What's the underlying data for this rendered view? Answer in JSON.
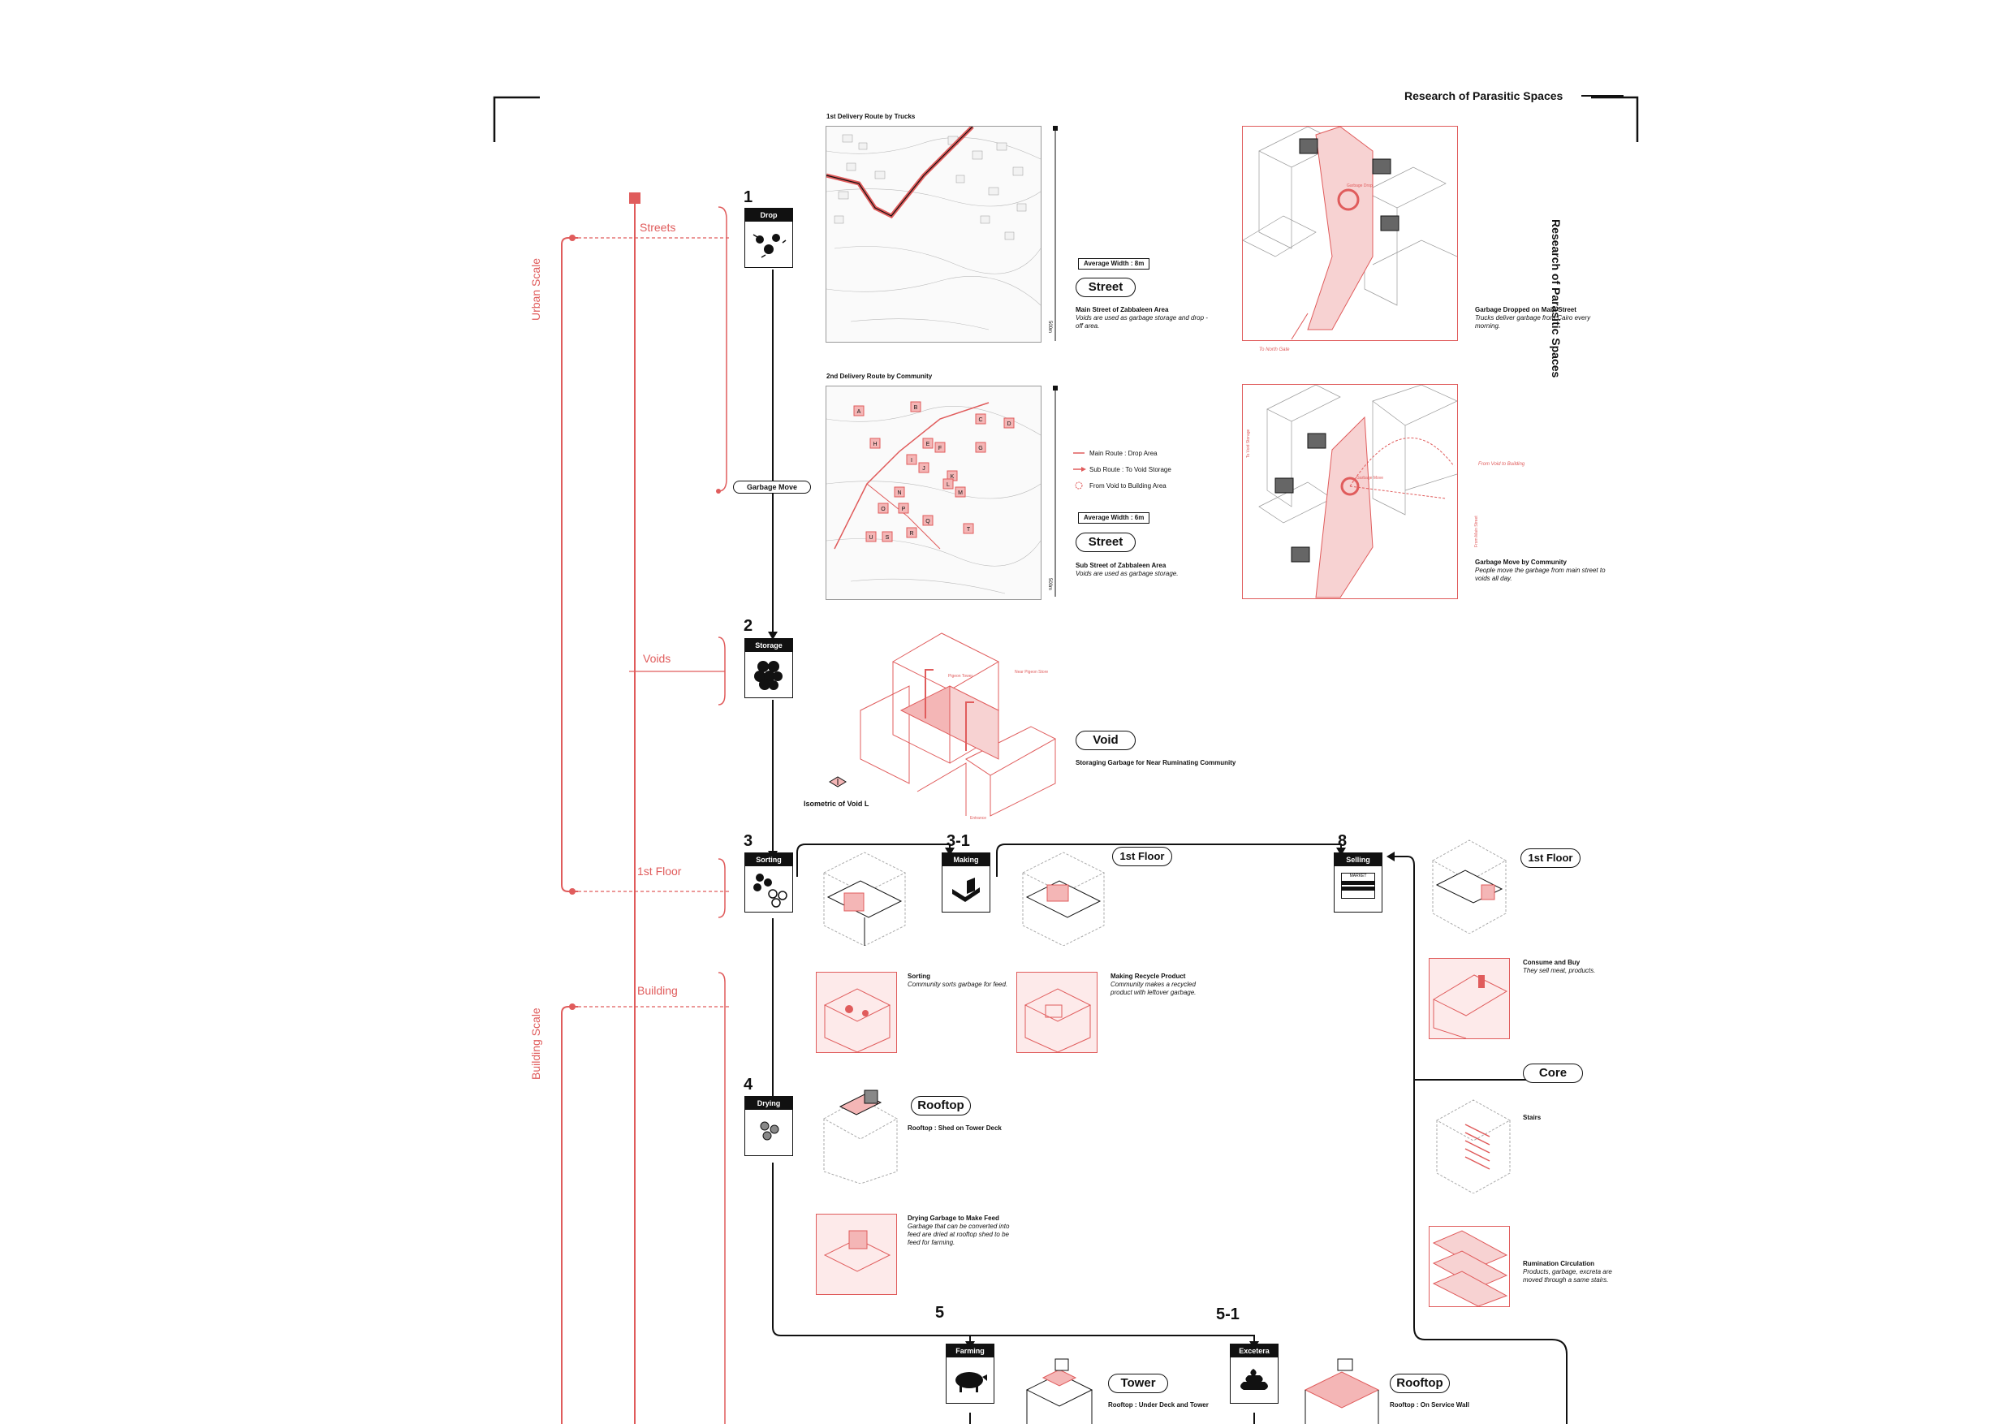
{
  "header": {
    "title": "Research of Parasitic Spaces",
    "vertical_title": "Research of Parasitic Spaces"
  },
  "scales": {
    "urban": "Urban Scale",
    "building": "Building Scale"
  },
  "tiers": {
    "streets": "Streets",
    "voids": "Voids",
    "first_floor": "1st Floor",
    "building": "Building"
  },
  "garbage_move": "Garbage Move",
  "steps": {
    "s1": {
      "num": "1",
      "label": "Drop"
    },
    "s2": {
      "num": "2",
      "label": "Storage"
    },
    "s3": {
      "num": "3",
      "label": "Sorting"
    },
    "s31": {
      "num": "3-1",
      "label": "Making"
    },
    "s8": {
      "num": "8",
      "label": "Selling",
      "icon_text": "MARKET"
    },
    "s4": {
      "num": "4",
      "label": "Drying"
    },
    "s5": {
      "num": "5",
      "label": "Farming"
    },
    "s51": {
      "num": "5-1",
      "label": "Excetera"
    }
  },
  "map1": {
    "title": "1st Delivery Route by Trucks",
    "scale": "500m"
  },
  "map2": {
    "title": "2nd Delivery Route by Community",
    "scale": "500m"
  },
  "street1": {
    "width": "Average Width : 8m",
    "pill": "Street",
    "title": "Main Street of Zabbaleen Area",
    "desc": "Voids are used as garbage storage and drop - off area."
  },
  "legend": {
    "main": "Main Route : Drop Area",
    "sub": "Sub Route : To Void Storage",
    "void": "From Void to Building Area"
  },
  "street2": {
    "width": "Average Width : 6m",
    "pill": "Street",
    "title": "Sub Street of Zabbaleen Area",
    "desc": "Voids are used as garbage storage."
  },
  "aerial1": {
    "title": "Garbage Dropped on Main Street",
    "desc": "Trucks deliver garbage from Cairo every morning.",
    "lbl_drop": "Garbage Drop",
    "lbl_gate": "To North Gate"
  },
  "aerial2": {
    "title": "Garbage Move by Community",
    "desc": "People move the garbage from main street to voids all day.",
    "lbl_storage": "Garbage Move",
    "lbl_void": "To Void Storage",
    "lbl_bld": "From Void to Building",
    "lbl_main": "From Main Street"
  },
  "void": {
    "pill": "Void",
    "desc": "Storaging Garbage for Near Ruminating Community",
    "iso_caption": "Isometric of Void L",
    "lbl_tower": "Pigeon Tower",
    "lbl_store": "Near Pigeon Store",
    "lbl_entrance": "Entrance"
  },
  "floor_a": {
    "pill": "1st Floor"
  },
  "floor_b": {
    "pill": "1st Floor"
  },
  "sorting": {
    "title": "Sorting",
    "desc": "Community sorts garbage for feed."
  },
  "making": {
    "title": "Making Recycle Product",
    "desc": "Community makes a recycled product with leftover garbage."
  },
  "consume": {
    "title": "Consume and Buy",
    "desc": "They sell meat, products."
  },
  "core": {
    "pill": "Core"
  },
  "stairs": {
    "title": "Stairs"
  },
  "rumination": {
    "title": "Rumination Circulation",
    "desc": "Products, garbage, excreta are moved through a same stairs."
  },
  "rooftop4": {
    "pill": "Rooftop",
    "desc": "Rooftop : Shed on Tower Deck"
  },
  "drying": {
    "title": "Drying Garbage to Make Feed",
    "desc": "Garbage that can be converted into feed are dried at rooftop shed to be feed for farming."
  },
  "tower": {
    "pill": "Tower",
    "desc": "Rooftop : Under Deck and Tower"
  },
  "rooftop51": {
    "pill": "Rooftop",
    "desc": "Rooftop : On Service Wall"
  },
  "map_labels": [
    "A",
    "B",
    "C",
    "D",
    "E",
    "F",
    "G",
    "H",
    "I",
    "J",
    "K",
    "L",
    "M",
    "N",
    "O",
    "P",
    "Q",
    "R",
    "S",
    "T",
    "U"
  ],
  "colors": {
    "accent": "#e05c5c",
    "ink": "#111111"
  }
}
